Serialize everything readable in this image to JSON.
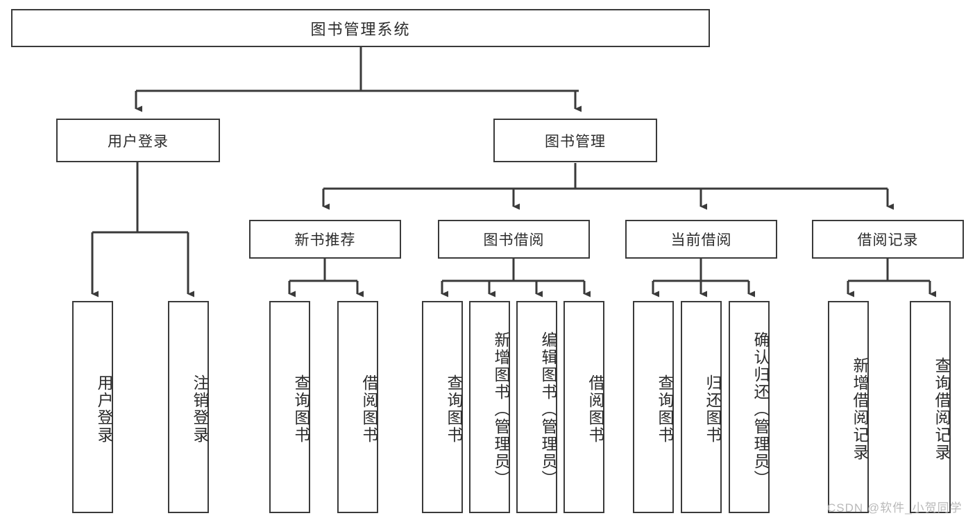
{
  "diagram": {
    "title": "图书管理系统",
    "type": "tree-hierarchy",
    "watermark": "CSDN @软件_小贺同学",
    "colors": {
      "stroke": "#3a3a3a",
      "fill": "#ffffff",
      "text": "#2b2b2b",
      "watermark": "#b9b9b9"
    },
    "levels": {
      "root": {
        "label": "图书管理系统"
      },
      "level2": [
        {
          "id": "user-login",
          "label": "用户登录"
        },
        {
          "id": "book-manage",
          "label": "图书管理"
        }
      ],
      "level3": [
        {
          "id": "new-book-recommend",
          "label": "新书推荐",
          "parent": "book-manage"
        },
        {
          "id": "book-borrow",
          "label": "图书借阅",
          "parent": "book-manage"
        },
        {
          "id": "current-borrow",
          "label": "当前借阅",
          "parent": "book-manage"
        },
        {
          "id": "borrow-record",
          "label": "借阅记录",
          "parent": "book-manage"
        }
      ],
      "leaves": [
        {
          "id": "leaf-user-login",
          "label": "用户登录",
          "parent": "user-login"
        },
        {
          "id": "leaf-logout-login",
          "label": "注销登录",
          "parent": "user-login"
        },
        {
          "id": "leaf-query-book-1",
          "label": "查询图书",
          "parent": "new-book-recommend"
        },
        {
          "id": "leaf-borrow-book-1",
          "label": "借阅图书",
          "parent": "new-book-recommend"
        },
        {
          "id": "leaf-query-book-2",
          "label": "查询图书",
          "parent": "book-borrow"
        },
        {
          "id": "leaf-add-book",
          "label": "新增图书（管理员）",
          "parent": "book-borrow"
        },
        {
          "id": "leaf-edit-book",
          "label": "编辑图书（管理员）",
          "parent": "book-borrow"
        },
        {
          "id": "leaf-borrow-book-2",
          "label": "借阅图书",
          "parent": "book-borrow"
        },
        {
          "id": "leaf-query-book-3",
          "label": "查询图书",
          "parent": "current-borrow"
        },
        {
          "id": "leaf-return-book",
          "label": "归还图书",
          "parent": "current-borrow"
        },
        {
          "id": "leaf-confirm-return",
          "label": "确认归还（管理员）",
          "parent": "current-borrow"
        },
        {
          "id": "leaf-add-record",
          "label": "新增借阅记录",
          "parent": "borrow-record"
        },
        {
          "id": "leaf-query-record",
          "label": "查询借阅记录",
          "parent": "borrow-record"
        }
      ]
    }
  }
}
